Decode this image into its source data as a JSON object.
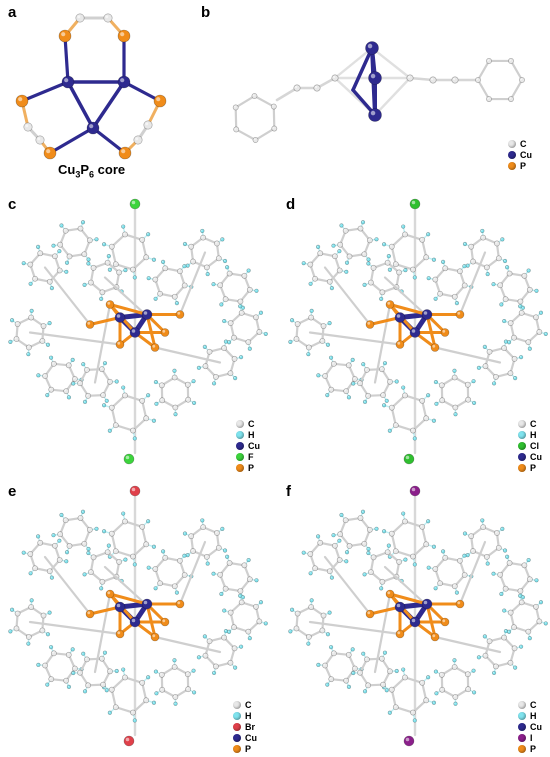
{
  "panels": {
    "a": {
      "label": "a",
      "caption_main": "Cu",
      "caption_sub1": "3",
      "caption_mid": "P",
      "caption_sub2": "6",
      "caption_tail": " core"
    },
    "b": {
      "label": "b",
      "legend": [
        "C",
        "Cu",
        "P"
      ]
    },
    "c": {
      "label": "c",
      "legend": [
        "C",
        "H",
        "Cu",
        "F",
        "P"
      ]
    },
    "d": {
      "label": "d",
      "legend": [
        "C",
        "H",
        "Cl",
        "Cu",
        "P"
      ]
    },
    "e": {
      "label": "e",
      "legend": [
        "C",
        "H",
        "Br",
        "Cu",
        "P"
      ]
    },
    "f": {
      "label": "f",
      "legend": [
        "C",
        "H",
        "Cu",
        "I",
        "P"
      ]
    }
  },
  "element_colors": {
    "C": "#e8e8e8",
    "H": "#7fe3ee",
    "Cu": "#2e2a8f",
    "P": "#f08c1a",
    "F": "#3cd43c",
    "Cl": "#2fbf2f",
    "Br": "#e0404a",
    "I": "#8b1f8b"
  }
}
